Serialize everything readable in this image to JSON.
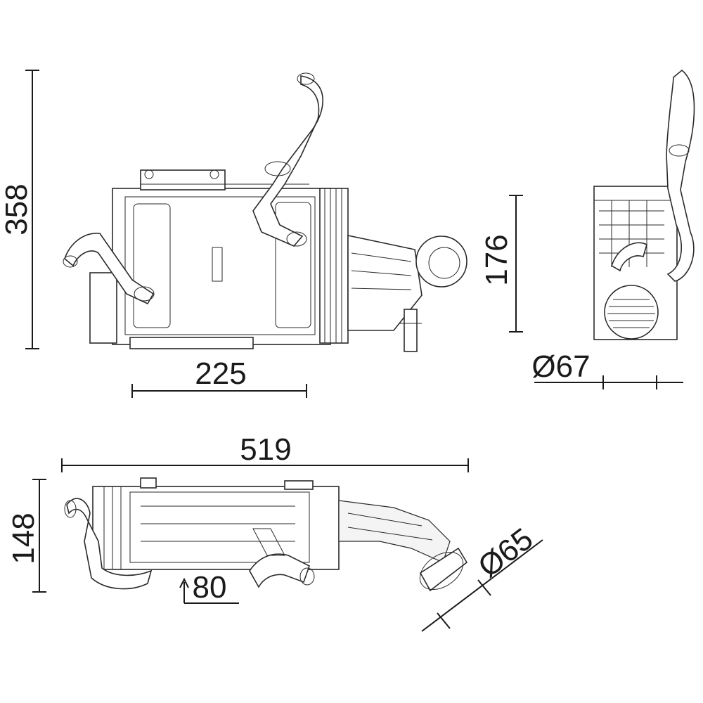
{
  "diagram": {
    "dimensions": {
      "height_front": "358",
      "width_core": "225",
      "height_side": "176",
      "dia_side_port": "Ø67",
      "length_total": "519",
      "height_top": "148",
      "offset_top": "80",
      "dia_outlet": "Ø65"
    }
  },
  "colors": {
    "line": "#2a2a2a",
    "background": "#ffffff"
  }
}
